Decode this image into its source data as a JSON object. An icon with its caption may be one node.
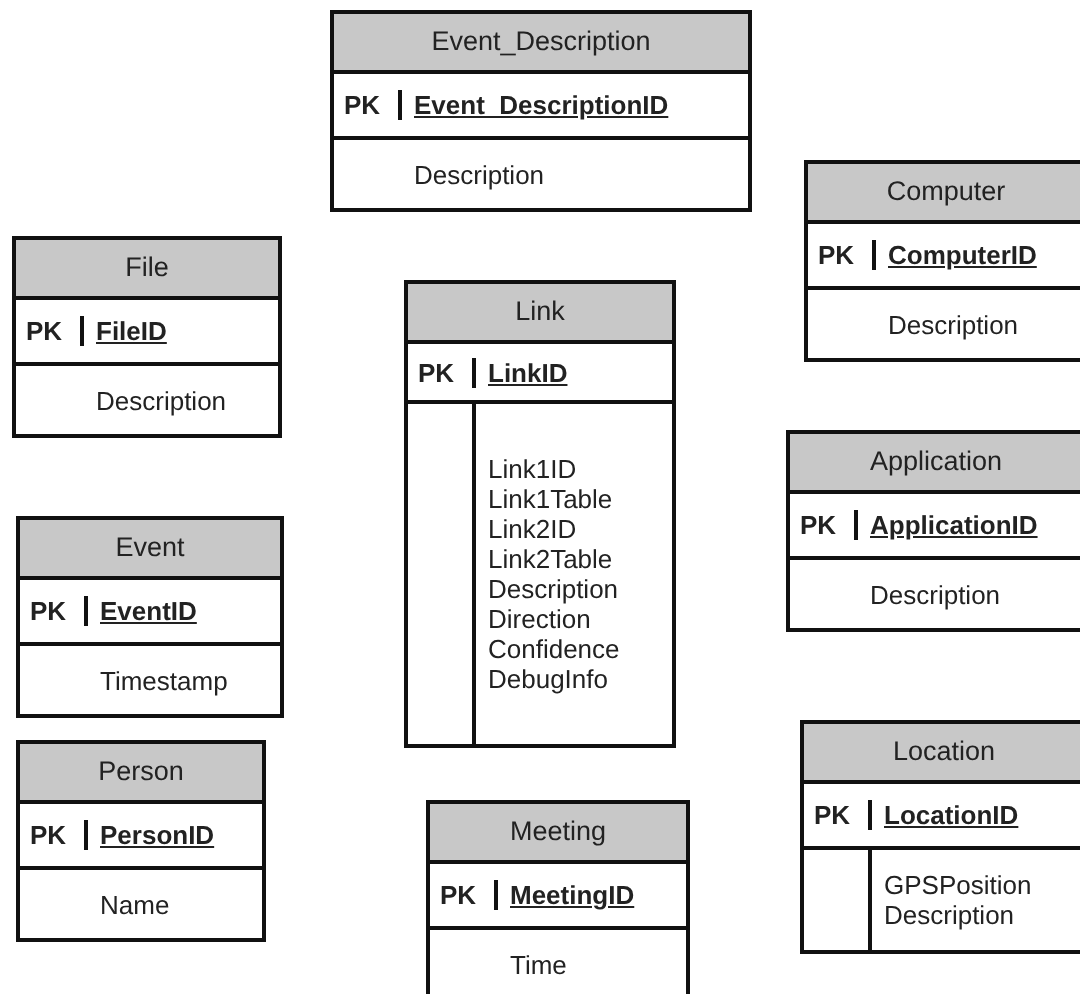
{
  "diagram": {
    "nodes": [
      {
        "text": [
          "Event_Description",
          "PK",
          "Event_DescriptionID",
          "Description"
        ]
      },
      {
        "text": [
          "Computer",
          "PK",
          "ComputerID",
          "Description"
        ]
      },
      {
        "text": [
          "File",
          "PK",
          "FileID",
          "Description"
        ]
      },
      {
        "text": [
          "Link",
          "PK",
          "LinkID",
          "Link1ID",
          "Link1Table",
          "Link2ID",
          "Link2Table",
          "Description",
          "Direction",
          "Confidence",
          "DebugInfo"
        ]
      },
      {
        "text": [
          "Application",
          "PK",
          "ApplicationID",
          "Description"
        ]
      },
      {
        "text": [
          "Event",
          "PK",
          "EventID",
          "Timestamp"
        ]
      },
      {
        "text": [
          "Person",
          "PK",
          "PersonID",
          "Name"
        ]
      },
      {
        "text": [
          "Meeting",
          "PK",
          "MeetingID",
          "Time"
        ]
      },
      {
        "text": [
          "Location",
          "PK",
          "LocationID",
          "GPSPosition",
          "Description"
        ]
      }
    ],
    "edges": []
  }
}
